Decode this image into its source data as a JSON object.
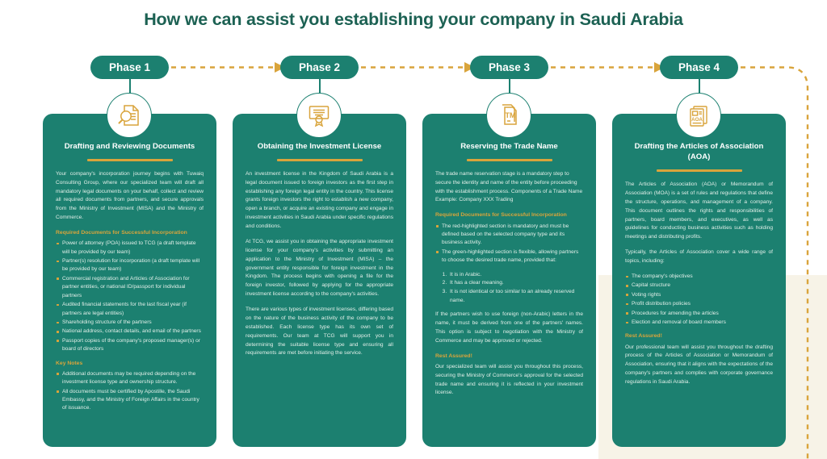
{
  "header": {
    "title": "How we can assist you establishing your company in Saudi Arabia"
  },
  "theme": {
    "green": "#1C8070",
    "dark_green": "#1C6153",
    "gold": "#D9A43B",
    "cream": "#F7F3E7",
    "white": "#FFFFFF",
    "body_text": "#E2EFE9"
  },
  "phases": [
    {
      "pill_label": "Phase 1",
      "icon": "document-magnifier-icon",
      "title": "Drafting and Reviewing Documents",
      "paragraphs": [
        "Your company's incorporation journey begins with Tuwaiq Consulting Group, where our specialized team will draft all mandatory legal documents on your behalf, collect and review all required documents from partners, and secure approvals from the Ministry of Investment (MISA) and the Ministry of Commerce."
      ],
      "sections": [
        {
          "heading": "Required Documents for Successful Incorporation",
          "bullets": [
            "Power of attorney (POA) issued to TCG (a draft template will be provided by our team)",
            "Partner(s) resolution for incorporation (a draft template will be provided by our team)",
            "Commercial registration and Articles of Association for partner entities, or national ID/passport for individual partners",
            "Audited financial statements for the last fiscal year (if partners are legal entities)",
            "Shareholding structure of the partners",
            "National address, contact details, and email of the partners",
            "Passport copies of the company's proposed manager(s) or board of directors"
          ]
        },
        {
          "heading": "Key Notes",
          "bullets": [
            "Additional documents may be required depending on the investment license type and ownership structure.",
            "All documents must be certified by Apostille, the Saudi Embassy, and the Ministry of Foreign Affairs in the country of issuance."
          ]
        }
      ]
    },
    {
      "pill_label": "Phase 2",
      "icon": "certificate-icon",
      "title": "Obtaining the Investment License",
      "paragraphs": [
        "An investment license in the Kingdom of Saudi Arabia is a legal document issued to foreign investors as the first step in establishing any foreign legal entity in the country. This license grants foreign investors the right to establish a new company, open a branch, or acquire an existing company and engage in investment activities in Saudi Arabia under specific regulations and conditions.",
        "At TCG, we assist you in obtaining the appropriate investment license for your company's activities by submitting an application to the Ministry of Investment (MISA) – the government entity responsible for foreign investment in the Kingdom. The process begins with opening a file for the foreign investor, followed by applying for the appropriate investment license according to the company's activities.",
        "There are various types of investment licenses, differing based on the nature of the business activity of the company to be established. Each license type has its own set of requirements. Our team at TCG will support you in determining the suitable license type and ensuring all requirements are met before initiating the service."
      ],
      "sections": []
    },
    {
      "pill_label": "Phase 3",
      "icon": "trademark-icon",
      "title": "Reserving the Trade Name",
      "paragraphs": [
        "The trade name reservation stage is a mandatory step to secure the identity and name of the entity before proceeding with the establishment process. Components of a Trade Name Example: Company XXX Trading"
      ],
      "sections": [
        {
          "heading": "Required Documents for Successful Incorporation",
          "bullets": [
            "The red-highlighted section is mandatory and must be defined based on the selected company type and its business activity.",
            "The green-highlighted section is flexible, allowing partners to choose the desired trade name, provided that:"
          ],
          "numbered": [
            "It is in Arabic.",
            "It has a clear meaning.",
            "It is not identical or too similar to an already reserved name."
          ]
        }
      ],
      "paragraphs_after": [
        "If the partners wish to use foreign (non-Arabic) letters in the name, it must be derived from one of the partners' names. This option is subject to negotiation with the Ministry of Commerce and may be approved or rejected."
      ],
      "closing": {
        "heading": "Rest Assured!",
        "text": "Our specialized team will assist you throughout this process, securing the Ministry of Commerce's approval for the selected trade name and ensuring it is reflected in your investment license."
      }
    },
    {
      "pill_label": "Phase 4",
      "icon": "aoa-document-icon",
      "title": "Drafting the Articles of Association (AOA)",
      "paragraphs": [
        "The Articles of Association (AOA) or Memorandum of Association (MOA) is a set of rules and regulations that define the structure, operations, and management of a company. This document outlines the rights and responsibilities of partners, board members, and executives, as well as guidelines for conducting business activities such as holding meetings and distributing profits.",
        "Typically, the Articles of Association cover a wide range of topics, including:"
      ],
      "sections": [
        {
          "heading": "",
          "bullets": [
            "The company's objectives",
            "Capital structure",
            "Voting rights",
            "Profit distribution policies",
            "Procedures for amending the articles",
            "Election and removal of board members"
          ]
        }
      ],
      "closing": {
        "heading": "Rest Assured!",
        "text": "Our professional team will assist you throughout the drafting process of the Articles of Association or Memorandum of Association, ensuring that it aligns with the expectations of the company's partners and complies with corporate governance regulations in Saudi Arabia."
      }
    }
  ]
}
